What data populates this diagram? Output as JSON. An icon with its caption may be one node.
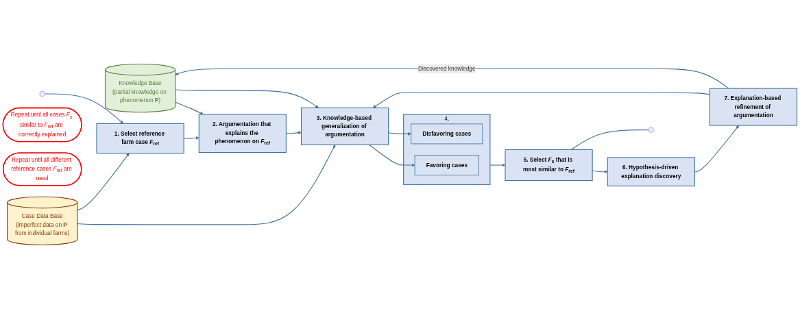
{
  "diagram": {
    "nodes": [
      {
        "text": [
          "Knowledge Base",
          "(partial knowledge on phenomenon **P**)"
        ]
      },
      {
        "text": [
          "1. Select reference farm case *F*$_{ref}$"
        ]
      },
      {
        "text": [
          "2. Argumentation that explains the phenomenon on *F*$_{ref}$"
        ]
      },
      {
        "text": [
          "Case Data Base",
          "(imperfect data on **P** from individual farms)"
        ]
      },
      {
        "text": [
          "3. Knowledge-based generalization of argumentation"
        ]
      },
      {
        "text": [
          "4."
        ]
      },
      {
        "text": [
          "Favoring cases"
        ],
        "in": 5
      },
      {
        "text": [
          "Disfavoring cases"
        ],
        "in": 5
      },
      {
        "text": [
          "5. Select *F*$_{s}$ that is most similar to *F*$_{ref}$"
        ]
      },
      {
        "text": [
          "6. Hypothesis-driven explanation discovery"
        ]
      },
      {
        "text": [
          "7. Explanation-based refinement of argumentation"
        ]
      },
      {
        "text": [
          "Repeat until all cases *F*$_{s}$ similar to *F*$_{ref}$ are correctly explained"
        ]
      },
      {
        "text": [
          "Repeat until all different reference cases *F*$_{ref}$ are used"
        ]
      }
    ],
    "edges": [
      {
        "from": 10,
        "to": 0,
        "arrow": "to",
        "label": "Discovered knowledge"
      },
      {
        "from": 0,
        "to": 2,
        "arrow": "to"
      },
      {
        "from": 0,
        "to": 4,
        "arrow": "to"
      },
      {
        "from": 1,
        "to": 2,
        "arrow": "to"
      },
      {
        "from": 2,
        "to": 4,
        "arrow": "to"
      },
      {
        "from": 3,
        "to": 4,
        "arrow": "to"
      },
      {
        "from": 3,
        "to": 1,
        "arrow": "to"
      },
      {
        "from": null,
        "to": 1,
        "arrow": "to"
      },
      {
        "from": 4,
        "to": 6,
        "arrow": "to"
      },
      {
        "from": 4,
        "to": 7,
        "arrow": "to"
      },
      {
        "from": 5,
        "to": 8,
        "arrow": "to"
      },
      {
        "from": 8,
        "to": 9,
        "arrow": "to"
      },
      {
        "from": 9,
        "to": 10,
        "arrow": "to"
      },
      {
        "from": 10,
        "to": 4,
        "arrow": "to"
      },
      {
        "from": 8,
        "to": null,
        "arrow": "none"
      }
    ]
  }
}
